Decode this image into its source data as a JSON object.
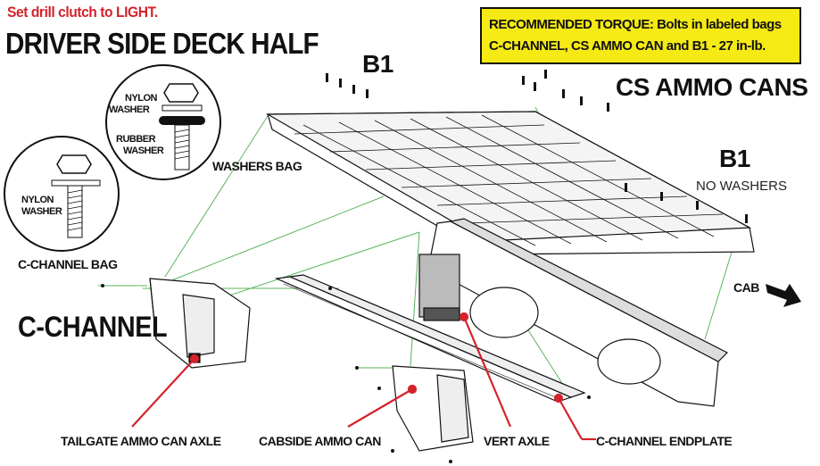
{
  "note": "Set drill clutch to LIGHT.",
  "title": "DRIVER SIDE DECK HALF",
  "torque": {
    "heading": "RECOMMENDED TORQUE:",
    "line1_rest": " Bolts in labeled bags",
    "line2": "C-CHANNEL, CS AMMO CAN and B1 - 27 in-lb."
  },
  "labels": {
    "b1_top": "B1",
    "cs_ammo_cans": "CS AMMO CANS",
    "b1_right": "B1",
    "no_washers": "NO WASHERS",
    "washers_bag": "WASHERS BAG",
    "c_channel_bag": "C-CHANNEL BAG",
    "c_channel": "C-CHANNEL",
    "cab": "CAB",
    "tailgate_axle": "TAILGATE AMMO CAN AXLE",
    "cabside_can": "CABSIDE AMMO CAN",
    "vert_axle": "VERT AXLE",
    "c_channel_endplate": "C-CHANNEL ENDPLATE"
  },
  "washers_detail": {
    "nylon_washer": [
      "NYLON",
      "WASHER"
    ],
    "rubber_washer": [
      "RUBBER",
      "WASHER"
    ]
  },
  "cchannel_detail": {
    "nylon_washer": [
      "NYLON",
      "WASHER"
    ]
  },
  "colors": {
    "accent_red": "#d4232b",
    "leader_green": "#5bb55b",
    "torque_bg": "#f5ea14"
  }
}
